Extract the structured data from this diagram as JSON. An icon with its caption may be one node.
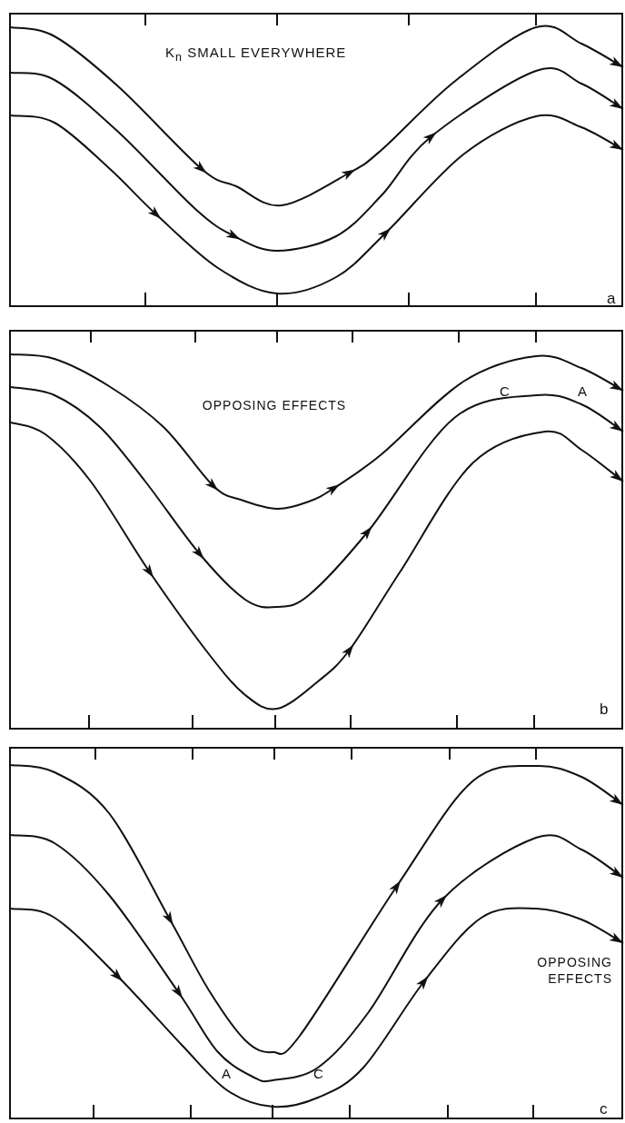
{
  "diagram": {
    "nodes": [
      {
        "text": [
          "K$_{n}$ SMALL EVERYWHERE",
          "a"
        ]
      },
      {
        "text": [
          "OPPOSING EFFECTS",
          "C",
          "A",
          "b"
        ]
      },
      {
        "text": [
          "OPPOSING EFFECTS",
          "A",
          "C",
          "c"
        ]
      }
    ]
  }
}
